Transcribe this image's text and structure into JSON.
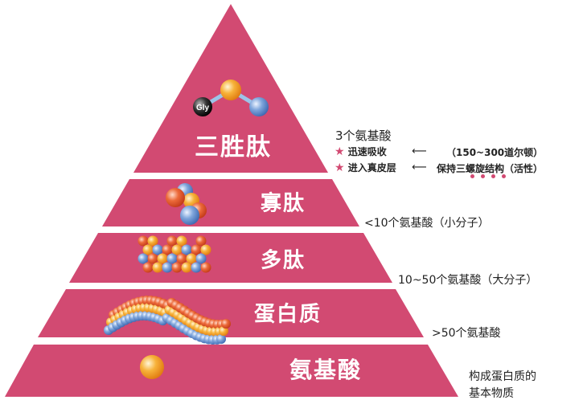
{
  "colors": {
    "layer": "#d24a72",
    "text": "#222222",
    "accent": "#d24a72"
  },
  "layers": [
    {
      "label": "三胜肽",
      "molecule_label": "Gly"
    },
    {
      "label": "寡肽"
    },
    {
      "label": "多肽"
    },
    {
      "label": "蛋白质"
    },
    {
      "label": "氨基酸"
    }
  ],
  "notes": {
    "tripeptide": {
      "count": "3个氨基酸",
      "benefits": [
        {
          "icon": "star-icon",
          "text": "迅速吸收",
          "arrow": "⟵",
          "reason": "（150~300道尔顿）"
        },
        {
          "icon": "star-icon",
          "text": "进入真皮层",
          "arrow": "⟵",
          "reason": "保持三螺旋结构（活性）"
        }
      ]
    },
    "oligopeptide": "<10个氨基酸（小分子）",
    "polypeptide": "10~50个氨基酸（大分子）",
    "protein": ">50个氨基酸",
    "amino_acid": [
      "构成蛋白质的",
      "基本物质"
    ]
  }
}
